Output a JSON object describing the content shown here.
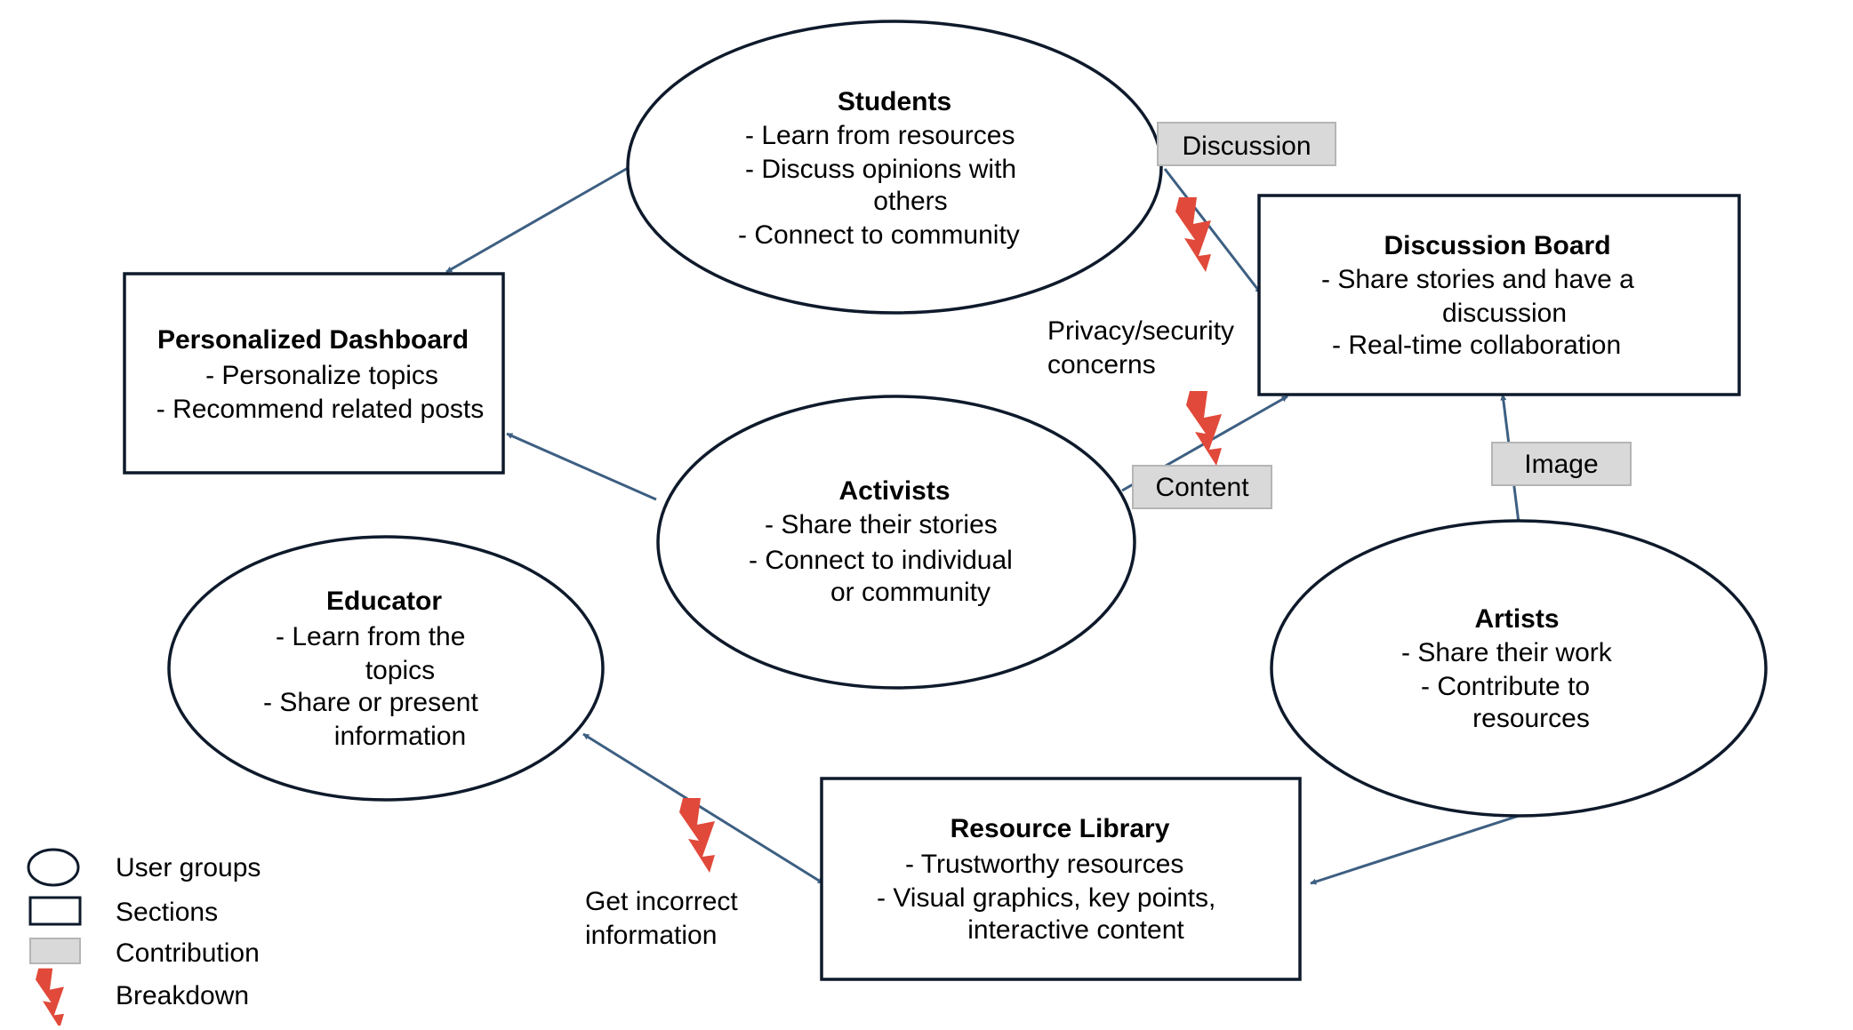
{
  "colors": {
    "outline": "#0e1a2b",
    "connector": "#3d5f82",
    "contribution_fill": "#d9d9d9",
    "breakdown": "#e1493a",
    "background": "#ffffff"
  },
  "nodes": {
    "students": {
      "title": "Students",
      "items": [
        "-   Learn from resources",
        "-   Discuss opinions with",
        "others",
        "-   Connect to community"
      ]
    },
    "activists": {
      "title": "Activists",
      "items": [
        "-   Share their stories",
        "-   Connect to individual",
        "or community"
      ]
    },
    "educator": {
      "title": "Educator",
      "items": [
        "-   Learn from the",
        "topics",
        "-   Share or present",
        "information"
      ]
    },
    "artists": {
      "title": "Artists",
      "items": [
        "-   Share their work",
        "-   Contribute to",
        "resources"
      ]
    },
    "personalized_dashboard": {
      "title": "Personalized Dashboard",
      "items": [
        "- Personalize topics",
        "- Recommend related posts"
      ]
    },
    "discussion_board": {
      "title": "Discussion Board",
      "items": [
        "-   Share stories and have a",
        "discussion",
        "-   Real-time collaboration"
      ]
    },
    "resource_library": {
      "title": "Resource Library",
      "items": [
        "-   Trustworthy resources",
        "-   Visual graphics, key points,",
        "interactive content"
      ]
    }
  },
  "contributions": {
    "discussion": "Discussion",
    "content": "Content",
    "image": "Image"
  },
  "breakdown_notes": {
    "privacy": [
      "Privacy/security",
      "concerns"
    ],
    "incorrect": [
      "Get incorrect",
      "information"
    ]
  },
  "legend": {
    "user_groups": "User groups",
    "sections": "Sections",
    "contribution": "Contribution",
    "breakdown": "Breakdown"
  }
}
